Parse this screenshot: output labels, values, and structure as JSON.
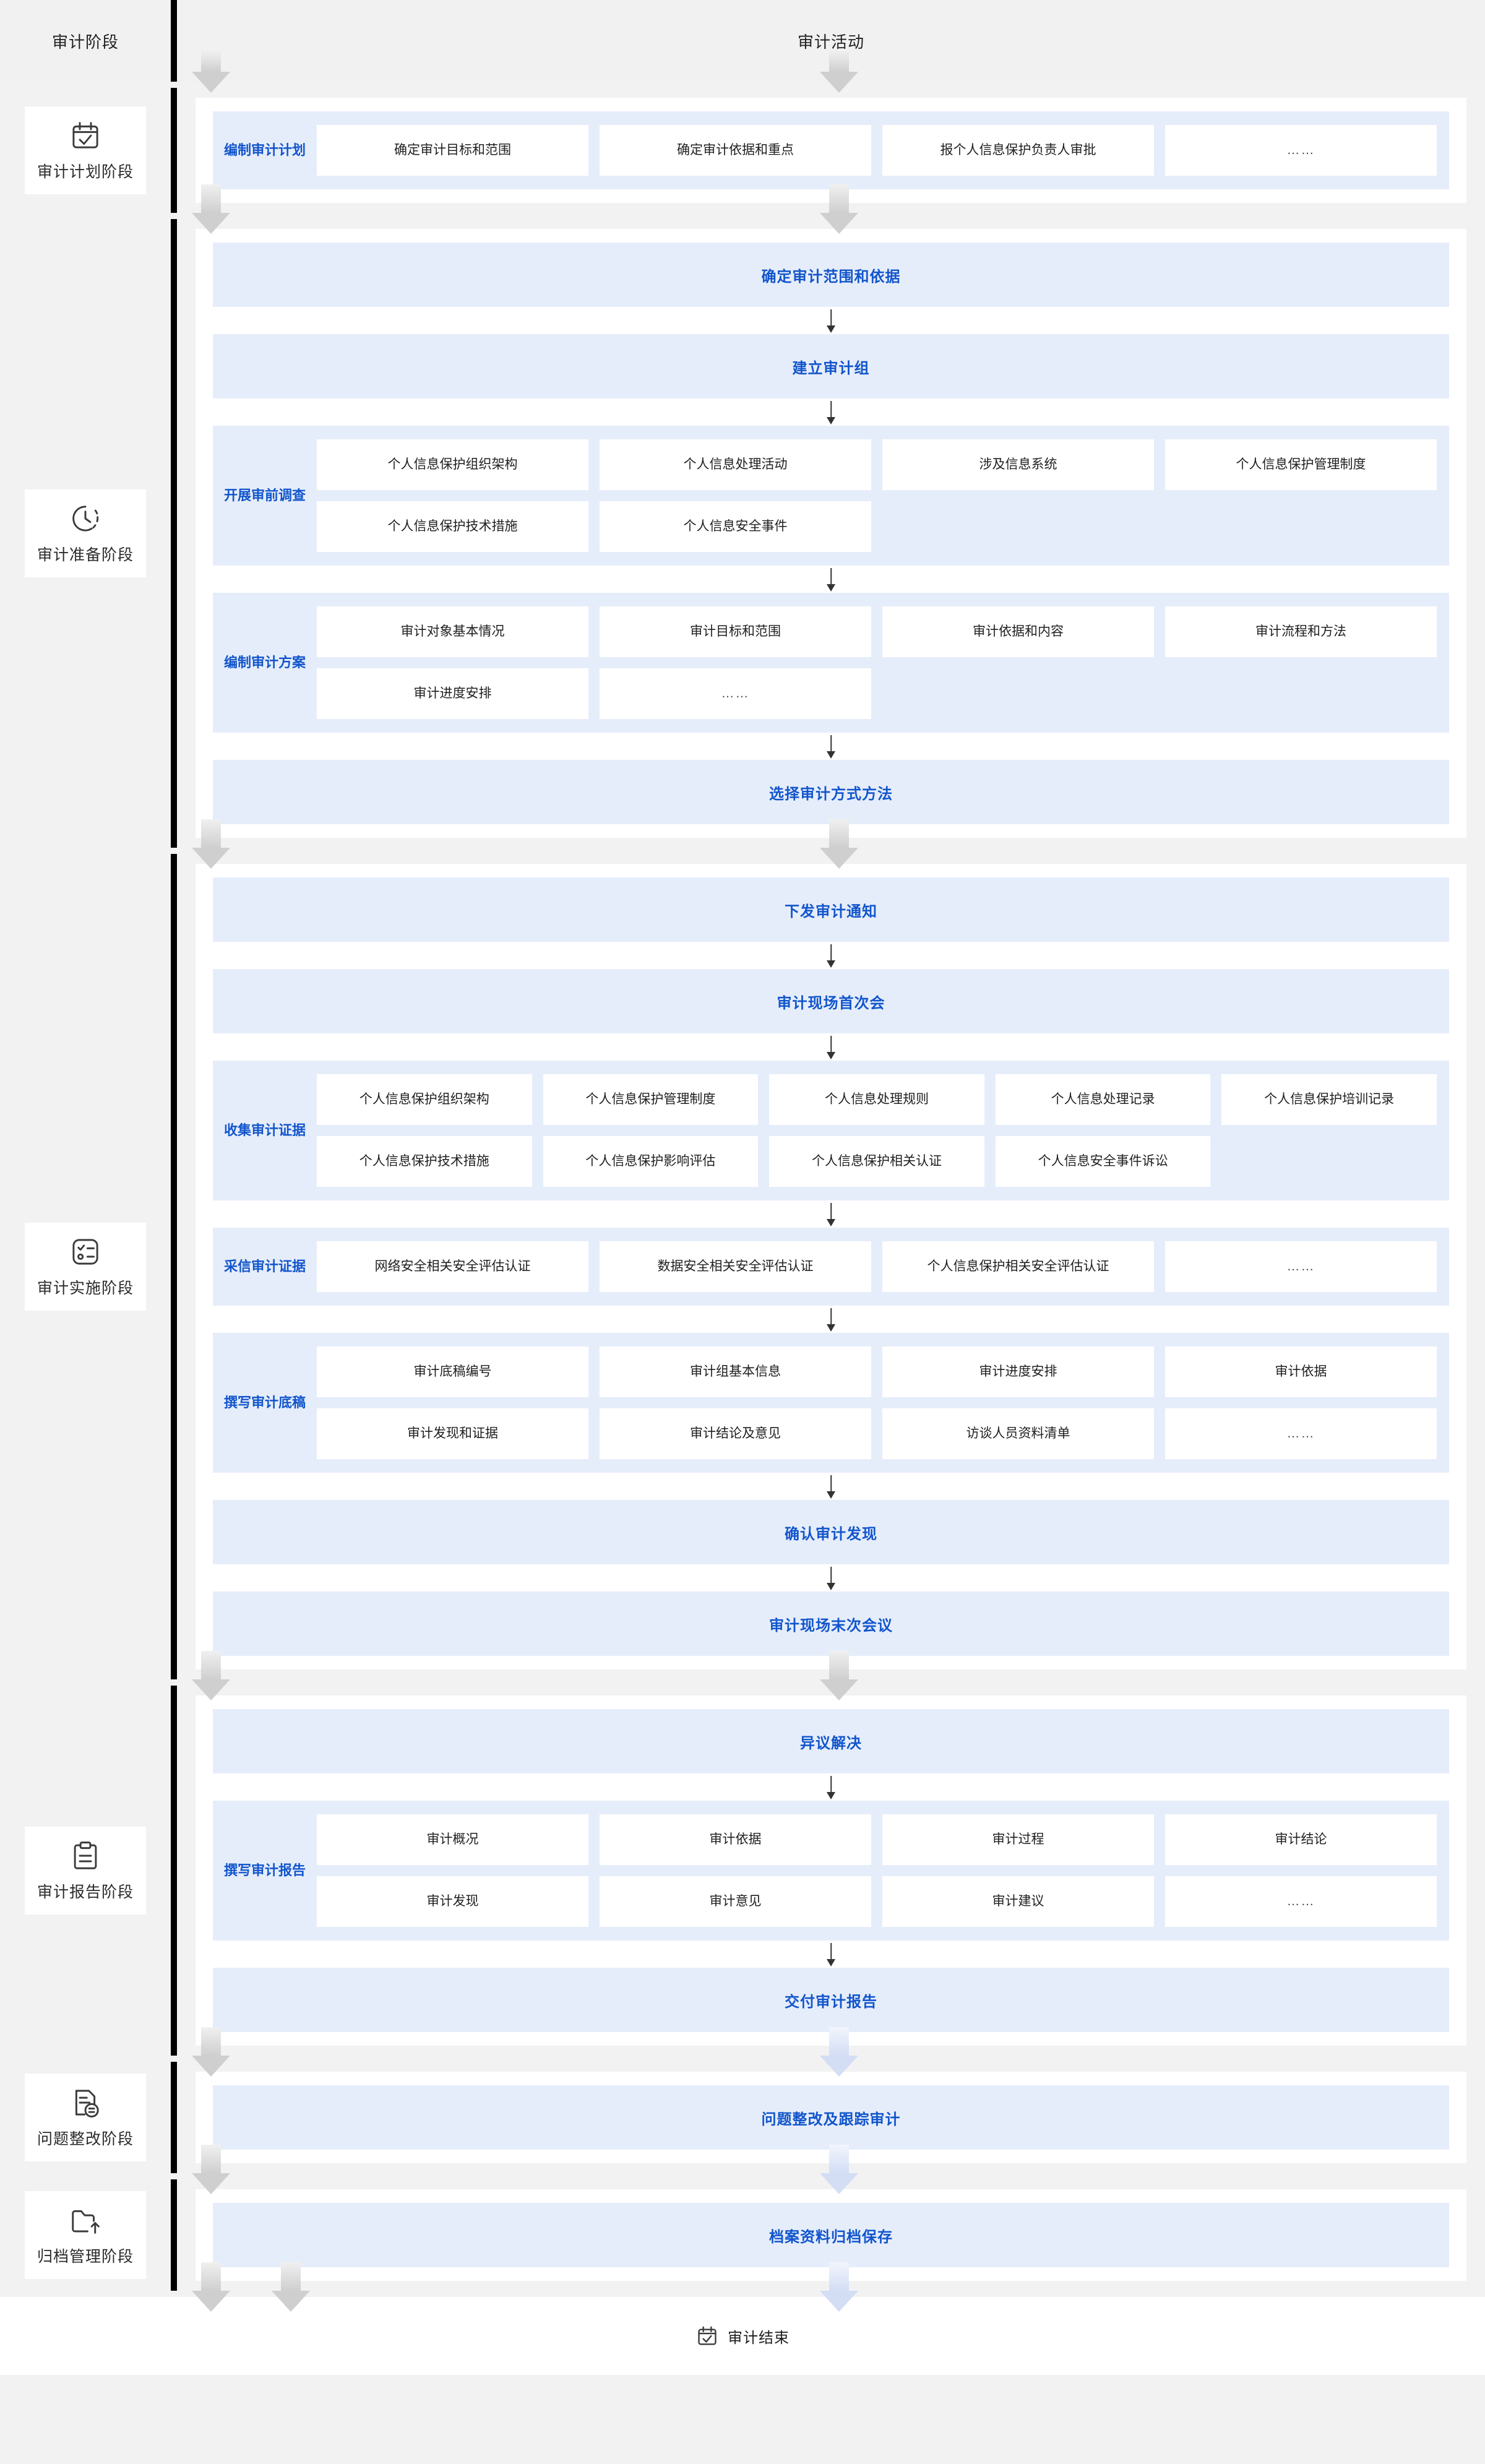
{
  "header": {
    "stage_column_title": "审计阶段",
    "activity_column_title": "审计活动"
  },
  "colors": {
    "accent_blue": "#1155cc",
    "band_bg": "#e6edfa",
    "page_bg": "#f2f2f2",
    "card_bg": "#ffffff",
    "divider": "#000000",
    "arrow_grey": "#cfcfcf",
    "arrow_blue": "#d3ddf4"
  },
  "ellipsis": "……",
  "stages": [
    {
      "id": "plan",
      "label": "审计计划阶段",
      "icon": "calendar-check-icon",
      "bands": [
        {
          "type": "grid",
          "label": "编制审计计划",
          "columns": 4,
          "items": [
            "确定审计目标和范围",
            "确定审计依据和重点",
            "报个人信息保护负责人审批",
            "……"
          ]
        }
      ]
    },
    {
      "id": "prepare",
      "label": "审计准备阶段",
      "icon": "clock-dashed-icon",
      "bands": [
        {
          "type": "simple",
          "title": "确定审计范围和依据"
        },
        {
          "type": "simple",
          "title": "建立审计组"
        },
        {
          "type": "grid",
          "label": "开展审前调查",
          "columns": 4,
          "items": [
            "个人信息保护组织架构",
            "个人信息处理活动",
            "涉及信息系统",
            "个人信息保护管理制度",
            "个人信息保护技术措施",
            "个人信息安全事件"
          ]
        },
        {
          "type": "grid",
          "label": "编制审计方案",
          "columns": 4,
          "items": [
            "审计对象基本情况",
            "审计目标和范围",
            "审计依据和内容",
            "审计流程和方法",
            "审计进度安排",
            "……"
          ]
        },
        {
          "type": "simple",
          "title": "选择审计方式方法"
        }
      ]
    },
    {
      "id": "execute",
      "label": "审计实施阶段",
      "icon": "checklist-icon",
      "bands": [
        {
          "type": "simple",
          "title": "下发审计通知"
        },
        {
          "type": "simple",
          "title": "审计现场首次会"
        },
        {
          "type": "grid",
          "label": "收集审计证据",
          "columns": 5,
          "items": [
            "个人信息保护组织架构",
            "个人信息保护管理制度",
            "个人信息处理规则",
            "个人信息处理记录",
            "个人信息保护培训记录",
            "个人信息保护技术措施",
            "个人信息保护影响评估",
            "个人信息保护相关认证",
            "个人信息安全事件诉讼"
          ]
        },
        {
          "type": "grid",
          "label": "采信审计证据",
          "columns": 4,
          "items": [
            "网络安全相关安全评估认证",
            "数据安全相关安全评估认证",
            "个人信息保护相关安全评估认证",
            "……"
          ]
        },
        {
          "type": "grid",
          "label": "撰写审计底稿",
          "columns": 4,
          "items": [
            "审计底稿编号",
            "审计组基本信息",
            "审计进度安排",
            "审计依据",
            "审计发现和证据",
            "审计结论及意见",
            "访谈人员资料清单",
            "……"
          ]
        },
        {
          "type": "simple",
          "title": "确认审计发现"
        },
        {
          "type": "simple",
          "title": "审计现场末次会议"
        }
      ]
    },
    {
      "id": "report",
      "label": "审计报告阶段",
      "icon": "clipboard-icon",
      "bands": [
        {
          "type": "simple",
          "title": "异议解决"
        },
        {
          "type": "grid",
          "label": "撰写审计报告",
          "columns": 4,
          "items": [
            "审计概况",
            "审计依据",
            "审计过程",
            "审计结论",
            "审计发现",
            "审计意见",
            "审计建议",
            "……"
          ]
        },
        {
          "type": "simple",
          "title": "交付审计报告"
        }
      ]
    },
    {
      "id": "rectify",
      "label": "问题整改阶段",
      "icon": "document-revise-icon",
      "bands": [
        {
          "type": "simple",
          "title": "问题整改及跟踪审计"
        }
      ]
    },
    {
      "id": "archive",
      "label": "归档管理阶段",
      "icon": "folder-upload-icon",
      "bands": [
        {
          "type": "simple",
          "title": "档案资料归档保存"
        }
      ]
    }
  ],
  "end": {
    "label": "审计结束",
    "icon": "calendar-check-icon"
  }
}
